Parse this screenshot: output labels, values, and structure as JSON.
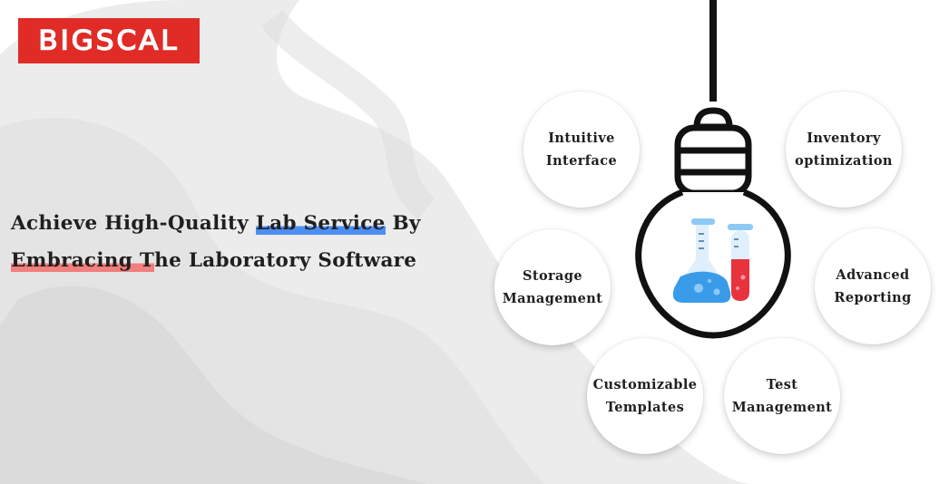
{
  "brand": {
    "logo_text": "BIGSCAL",
    "logo_color": "#e02b27"
  },
  "headline": {
    "line1_before": "Achieve High-Quality ",
    "line1_highlight": "Lab Service",
    "line1_after": " By",
    "line2_highlight": "Embracing T",
    "line2_after": "he Laboratory Software",
    "highlight_colors": [
      "#4d8ef2",
      "#f07f7d"
    ]
  },
  "features": [
    {
      "line1": "Intuitive",
      "line2": "Interface"
    },
    {
      "line1": "Inventory",
      "line2": "optimization"
    },
    {
      "line1": "Storage",
      "line2": "Management"
    },
    {
      "line1": "Advanced",
      "line2": "Reporting"
    },
    {
      "line1": "Customizable",
      "line2": "Templates"
    },
    {
      "line1": "Test",
      "line2": "Management"
    }
  ],
  "illustration": {
    "bulb_icon": "light-bulb-icon",
    "inner_icon": "lab-flask-test-tube-icon",
    "flask_color": "#3a9be8",
    "tube_color": "#e8333f"
  }
}
